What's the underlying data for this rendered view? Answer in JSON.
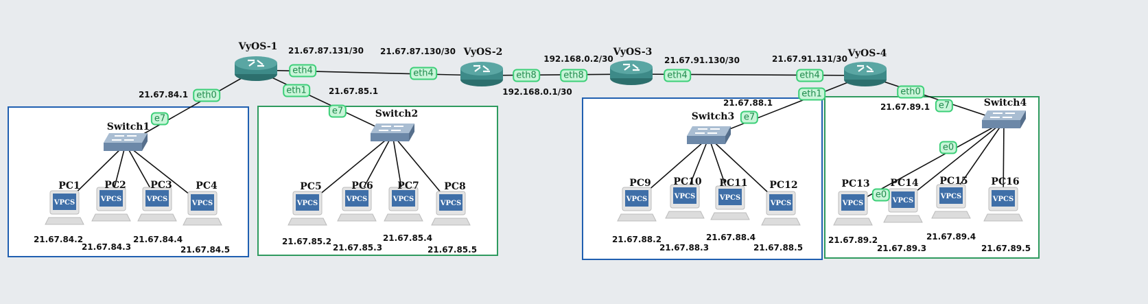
{
  "routers": [
    {
      "id": "r1",
      "name": "VyOS-1"
    },
    {
      "id": "r2",
      "name": "VyOS-2"
    },
    {
      "id": "r3",
      "name": "VyOS-3"
    },
    {
      "id": "r4",
      "name": "VyOS-4"
    }
  ],
  "switches": [
    {
      "id": "s1",
      "name": "Switch1"
    },
    {
      "id": "s2",
      "name": "Switch2"
    },
    {
      "id": "s3",
      "name": "Switch3"
    },
    {
      "id": "s4",
      "name": "Switch4"
    }
  ],
  "pcs": [
    {
      "id": "p1",
      "name": "PC1",
      "ip": "21.67.84.2",
      "screen": "VPCS"
    },
    {
      "id": "p2",
      "name": "PC2",
      "ip": "21.67.84.3",
      "screen": "VPCS"
    },
    {
      "id": "p3",
      "name": "PC3",
      "ip": "21.67.84.4",
      "screen": "VPCS"
    },
    {
      "id": "p4",
      "name": "PC4",
      "ip": "21.67.84.5",
      "screen": "VPCS"
    },
    {
      "id": "p5",
      "name": "PC5",
      "ip": "21.67.85.2",
      "screen": "VPCS"
    },
    {
      "id": "p6",
      "name": "PC6",
      "ip": "21.67.85.3",
      "screen": "VPCS"
    },
    {
      "id": "p7",
      "name": "PC7",
      "ip": "21.67.85.4",
      "screen": "VPCS"
    },
    {
      "id": "p8",
      "name": "PC8",
      "ip": "21.67.85.5",
      "screen": "VPCS"
    },
    {
      "id": "p9",
      "name": "PC9",
      "ip": "21.67.88.2",
      "screen": "VPCS"
    },
    {
      "id": "p10",
      "name": "PC10",
      "ip": "21.67.88.3",
      "screen": "VPCS"
    },
    {
      "id": "p11",
      "name": "PC11",
      "ip": "21.67.88.4",
      "screen": "VPCS"
    },
    {
      "id": "p12",
      "name": "PC12",
      "ip": "21.67.88.5",
      "screen": "VPCS"
    },
    {
      "id": "p13",
      "name": "PC13",
      "ip": "21.67.89.2",
      "screen": "VPCS"
    },
    {
      "id": "p14",
      "name": "PC14",
      "ip": "21.67.89.3",
      "screen": "VPCS"
    },
    {
      "id": "p15",
      "name": "PC15",
      "ip": "21.67.89.4",
      "screen": "VPCS"
    },
    {
      "id": "p16",
      "name": "PC16",
      "ip": "21.67.89.5",
      "screen": "VPCS"
    }
  ],
  "interface_tags": [
    "eth4",
    "eth0",
    "eth1",
    "e7",
    "e7",
    "eth4",
    "eth8",
    "eth8",
    "eth4",
    "eth4",
    "eth1",
    "e7",
    "eth0",
    "e7",
    "e0",
    "e0"
  ],
  "link_ips": [
    "21.67.87.131/30",
    "21.67.87.130/30",
    "192.168.0.2/30",
    "21.67.91.130/30",
    "21.67.91.131/30",
    "21.67.84.1",
    "21.67.85.1",
    "192.168.0.1/30",
    "21.67.88.1",
    "21.67.89.1"
  ],
  "colors": {
    "router": "#3d8a88",
    "switch": "#6c88a8",
    "tag_border": "#3ccf78",
    "zone_blue": "#1f5fb0",
    "zone_green": "#2e9a5e"
  }
}
